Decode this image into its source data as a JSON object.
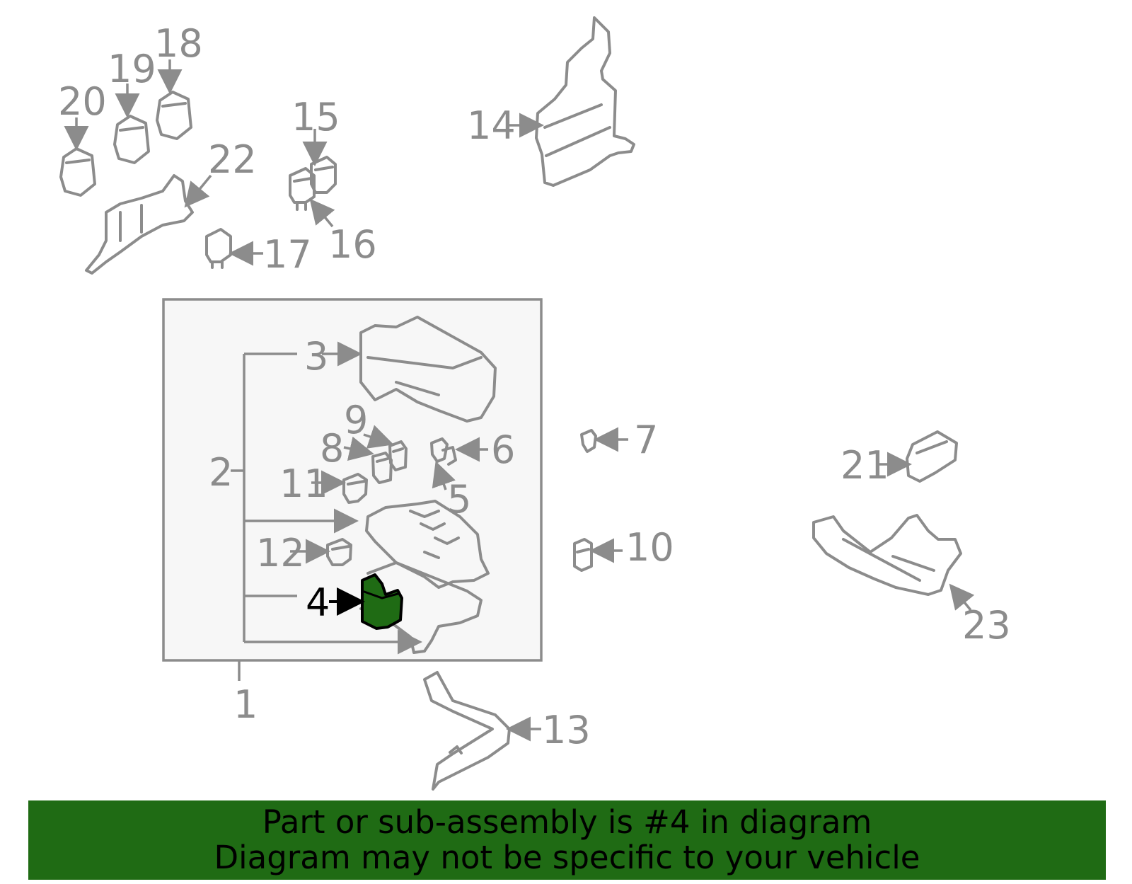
{
  "highlight_color": "#1f6b14",
  "highlighted_part": "4",
  "callouts": {
    "c1": "1",
    "c2": "2",
    "c3": "3",
    "c4": "4",
    "c5": "5",
    "c6": "6",
    "c7": "7",
    "c8": "8",
    "c9": "9",
    "c10": "10",
    "c11": "11",
    "c12": "12",
    "c13": "13",
    "c14": "14",
    "c15": "15",
    "c16": "16",
    "c17": "17",
    "c18": "18",
    "c19": "19",
    "c20": "20",
    "c21": "21",
    "c22": "22",
    "c23": "23"
  },
  "banner": {
    "line1": "Part or sub-assembly is #4 in diagram",
    "line2": "Diagram may not be specific to your vehicle"
  }
}
